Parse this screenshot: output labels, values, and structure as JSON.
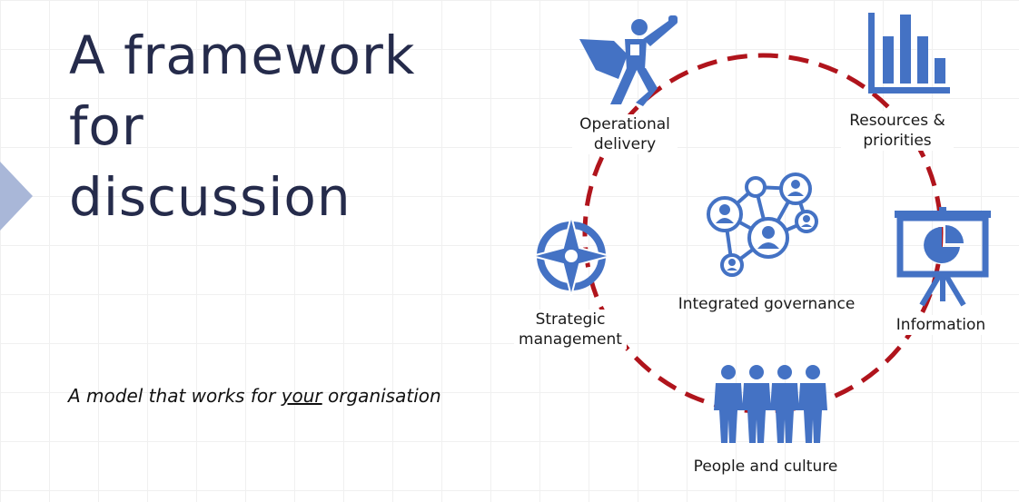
{
  "title": {
    "line1": "A framework",
    "line2": "for",
    "line3": "discussion"
  },
  "subtitle": {
    "pre": "A model that works for ",
    "emph": "your",
    "post": " organisation"
  },
  "nodes": {
    "operational": {
      "line1": "Operational",
      "line2": "delivery",
      "icon": "superhero-icon"
    },
    "resources": {
      "line1": "Resources &",
      "line2": "priorities",
      "icon": "bar-chart-icon"
    },
    "strategic": {
      "line1": "Strategic",
      "line2": "management",
      "icon": "compass-icon"
    },
    "governance": {
      "line1": "Integrated governance",
      "icon": "network-icon"
    },
    "information": {
      "line1": "Information",
      "icon": "presentation-icon"
    },
    "people": {
      "line1": "People and culture",
      "icon": "people-icon"
    }
  },
  "colors": {
    "title": "#252b4b",
    "icon": "#4472c4",
    "ring": "#b0141c",
    "arrow": "#a9b7d8"
  }
}
